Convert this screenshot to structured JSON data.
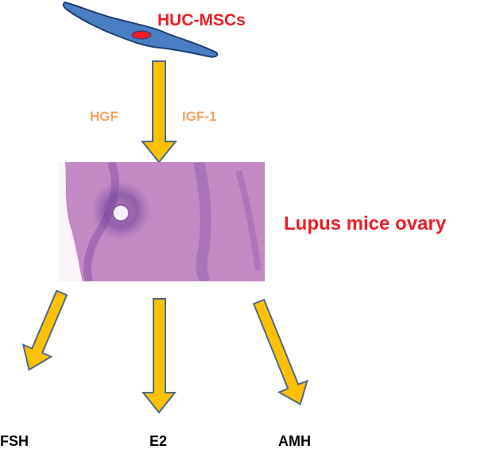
{
  "cell": {
    "label": "HUC-MSCs",
    "body_color": "#4a7ec4",
    "outline_color": "#1f3f73",
    "nucleus_color": "#ee1c25"
  },
  "factors": [
    "HGF",
    "IGF-1"
  ],
  "tissue": {
    "label": "Lupus mice ovary"
  },
  "outputs": [
    "FSH",
    "E2",
    "AMH"
  ],
  "colors": {
    "arrow_fill": "#ffc000",
    "arrow_stroke": "#4d6a8a",
    "label_red": "#ee1c25",
    "factor_orange": "#f4a460",
    "tissue_pink": "#c98fc4",
    "tissue_purple": "#7b4aa2"
  }
}
